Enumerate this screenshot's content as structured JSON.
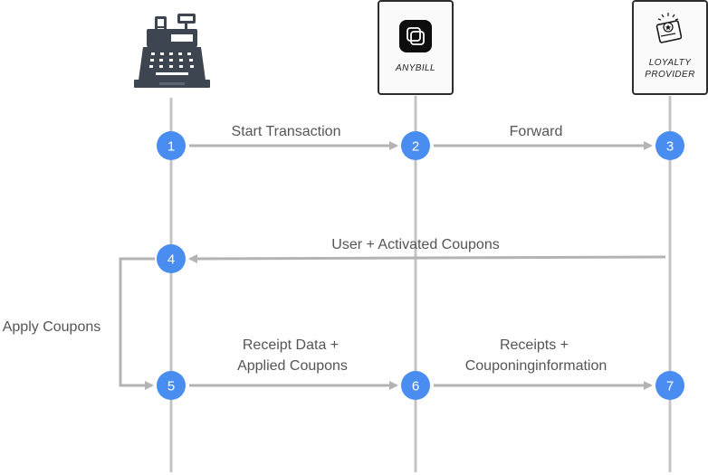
{
  "participants": {
    "anybill": {
      "caption": "ANYBILL"
    },
    "loyalty": {
      "caption_line1": "LOYALTY",
      "caption_line2": "PROVIDER"
    }
  },
  "steps": {
    "s1": "1",
    "s2": "2",
    "s3": "3",
    "s4": "4",
    "s5": "5",
    "s6": "6",
    "s7": "7"
  },
  "messages": {
    "start_transaction": "Start Transaction",
    "forward": "Forward",
    "user_coupons": "User + Activated Coupons",
    "apply_coupons": "Apply Coupons",
    "receipt_data_line1": "Receipt Data +",
    "receipt_data_line2": "Applied Coupons",
    "receipts_line1": "Receipts +",
    "receipts_line2": "Couponinginformation"
  },
  "colors": {
    "step_circle": "#4a8df0",
    "lifeline": "#c4c4c4",
    "arrow": "#b3b3b3",
    "register": "#3d4550"
  }
}
